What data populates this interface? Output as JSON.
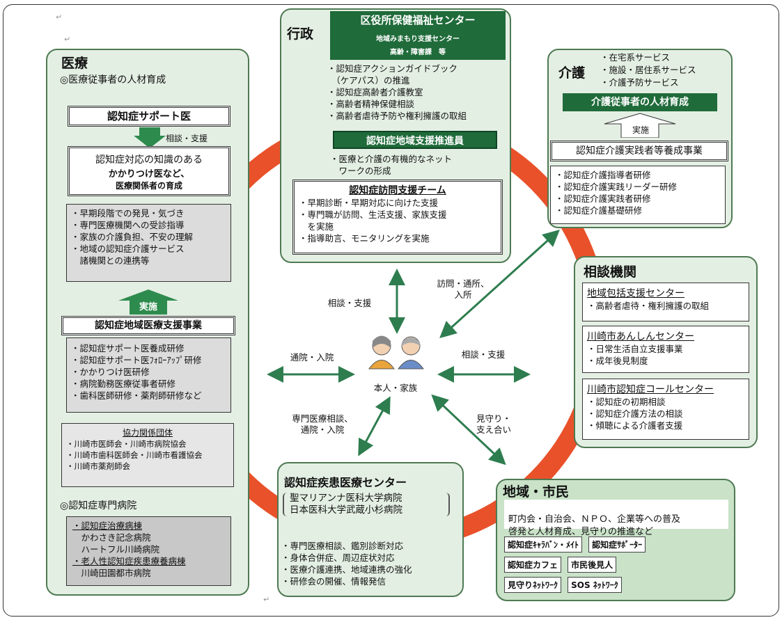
{
  "return_marks": [
    "↵",
    "↵",
    "↵"
  ],
  "medical": {
    "title": "医療",
    "subtitle": "◎医療従事者の人材育成",
    "support_doctor": "認知症サポート医",
    "consult_support": "相談・支援",
    "knowledge_line1": "認知症対応の知識のある",
    "knowledge_line2": "かかりつけ医など、",
    "knowledge_line3": "医療関係者の育成",
    "roles": [
      "・早期段階での発見・気づき",
      "・専門医療機関への受診指導",
      "・家族の介護負担、不安の理解",
      "・地域の認知症介護サービス\n　諸機関との連携等"
    ],
    "implement": "実施",
    "project": "認知症地域医療支援事業",
    "trainings": [
      "・認知症サポート医養成研修",
      "・認知症サポート医ﾌｫﾛｰｱｯﾌﾟ研修",
      "・かかりつけ医研修",
      "・病院勤務医療従事者研修",
      "・歯科医師研修・薬剤師研修など"
    ],
    "coop_title": "協力関係団体",
    "coop": [
      "・川崎市医師会・川崎市病院協会",
      "・川崎市歯科医師会・川崎市看護協会",
      "・川崎市薬剤師会"
    ],
    "hospital_title": "◎認知症専門病院",
    "hospitals": [
      "・認知症治療病棟",
      "　かわさき記念病院",
      "　ハートフル川崎病院",
      "・老人性認知症疾患療養病棟",
      "　川崎田園都市病院"
    ]
  },
  "admin": {
    "title": "行政",
    "center": "区役所保健福祉センター",
    "sub_line1": "地域みまもり支援センター",
    "sub_line2": "高齢・障害課　等",
    "items": [
      "・認知症アクションガイドブック\n　（ケアパス）の推進",
      "・認知症高齢者介護教室",
      "・高齢者精神保健相談",
      "・高齢者虐待予防や権利擁護の取組"
    ],
    "promoter": "認知症地域支援推進員",
    "promoter_items": [
      "・医療と介護の有機的なネット\n　ワークの形成"
    ],
    "team_title": "認知症訪問支援チーム",
    "team_items": [
      "・早期診断・早期対応に向けた支援",
      "・専門職が訪問、生活支援、家族支援\n　を実施",
      "・指導助言、モニタリングを実施"
    ]
  },
  "care": {
    "title": "介護",
    "services": [
      "・在宅系サービス",
      "・施設・居住系サービス",
      "・介護予防サービス"
    ],
    "hr": "介護従事者の人材育成",
    "implement": "実施",
    "project": "認知症介護実践者等養成事業",
    "trainings": [
      "・認知症介護指導者研修",
      "・認知症介護実践リーダー研修",
      "・認知症介護実践者研修",
      "・認知症介護基礎研修"
    ]
  },
  "consult": {
    "title": "相談機関",
    "orgs": [
      {
        "name": "地域包括支援センター",
        "items": [
          "・高齢者虐待・権利擁護の取組"
        ]
      },
      {
        "name": "川崎市あんしんセンター",
        "items": [
          "・日常生活自立支援事業",
          "・成年後見制度"
        ]
      },
      {
        "name": "川崎市認知症コールセンター",
        "items": [
          "・認知症の初期相談",
          "・認知症介護方法の相談",
          "・傾聴による介護者支援"
        ]
      }
    ]
  },
  "center": {
    "title": "認知症疾患医療センター",
    "hospitals": [
      "聖マリアンナ医科大学病院",
      "日本医科大学武蔵小杉病院"
    ],
    "items": [
      "・専門医療相談、鑑別診断対応",
      "・身体合併症、周辺症状対応",
      "・医療介護連携、地域連携の強化",
      "・研修会の開催、情報発信"
    ]
  },
  "community": {
    "title": "地域・市民",
    "text": "町内会・自治会、ＮＰＯ、企業等への普及\n啓発と人材育成、見守りの推進など",
    "tags": [
      "認知症ｷｬﾗﾊﾞﾝ・ﾒｲﾄ",
      "認知症ｻﾎﾟｰﾀｰ",
      "認知症カフェ",
      "市民後見人",
      "見守りﾈｯﾄﾜｰｸ",
      "SOS ﾈｯﾄﾜｰｸ"
    ]
  },
  "person": "本人・家族",
  "arrows": {
    "top": "相談・支援",
    "top_right": "訪問・通所、\n入所",
    "left": "通院・入院",
    "right": "相談・支援",
    "bottom_left": "専門医療相談、\n通院・入院",
    "bottom_right": "見守り・\n支え合い"
  },
  "colors": {
    "panel_border": "#4e7a52",
    "panel_fill": "#e4efe4",
    "header_green": "#1f6b3a",
    "arrow_green": "#2e7d4f",
    "ring_orange": "#e9512a"
  }
}
